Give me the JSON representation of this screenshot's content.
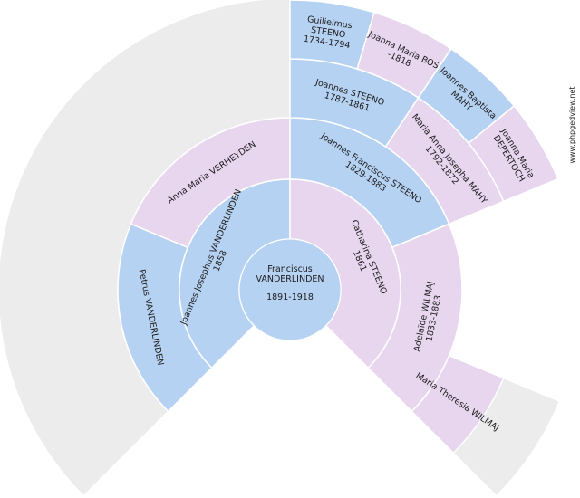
{
  "watermark": "www.phpgedview.net",
  "colors": {
    "male": "#b6d2f2",
    "female": "#e8d6ef",
    "empty": "#ececec",
    "center": "#b6d2f2"
  },
  "center": {
    "name1": "Franciscus",
    "name2": "VANDERLINDEN",
    "dates": "1891-1918"
  },
  "segments": [
    {
      "id": "empty-outer-left",
      "gen": 3,
      "sex": "empty",
      "lines": []
    },
    {
      "id": "empty-outer-right",
      "gen": 3,
      "sex": "empty",
      "lines": []
    },
    {
      "id": "petrus-vanderlinden",
      "gen": 2,
      "sex": "male",
      "lines": [
        "Petrus VANDERLINDEN"
      ]
    },
    {
      "id": "anna-maria-verheyden",
      "gen": 2,
      "sex": "female",
      "lines": [
        "Anna Maria VERHEYDEN"
      ]
    },
    {
      "id": "joannes-franciscus-steeno",
      "gen": 2,
      "sex": "male",
      "lines": [
        "Joannes Franciscus STEENO",
        "1829-1883"
      ]
    },
    {
      "id": "adelaide-wilmaj",
      "gen": 2,
      "sex": "female",
      "lines": [
        "Adelaïde WILMAJ",
        "1833-1883"
      ]
    },
    {
      "id": "joannes-josephus-vanderlinden",
      "gen": 1,
      "sex": "male",
      "lines": [
        "Joannes Josephus VANDERLINDEN",
        "1858"
      ]
    },
    {
      "id": "catharina-steeno",
      "gen": 1,
      "sex": "female",
      "lines": [
        "Catharina STEENO",
        "1861"
      ]
    },
    {
      "id": "joannes-steeno",
      "gen": 3,
      "sex": "male",
      "lines": [
        "Joannes STEENO",
        "1787-1861"
      ]
    },
    {
      "id": "maria-anna-josepha-mahy",
      "gen": 3,
      "sex": "female",
      "lines": [
        "Maria Anna Josepha MAHY",
        "1792-1872"
      ]
    },
    {
      "id": "maria-theresia-wilmaj",
      "gen": 3,
      "sex": "female",
      "lines": [
        "Maria Theresia WILMAJ"
      ]
    },
    {
      "id": "guilielmus-steeno",
      "gen": 4,
      "sex": "male",
      "lines": [
        "Guilielmus",
        "STEENO",
        "1734-1794"
      ]
    },
    {
      "id": "joanna-maria-bos",
      "gen": 4,
      "sex": "female",
      "lines": [
        "Joanna Maria BOS",
        "-1818"
      ]
    },
    {
      "id": "joannes-baptista-mahy",
      "gen": 4,
      "sex": "male",
      "lines": [
        "Joannes Baptista",
        "MAHY"
      ]
    },
    {
      "id": "joanna-maria-deprez",
      "gen": 4,
      "sex": "female",
      "lines": [
        "Joanna Maria",
        "DEPERTOCH"
      ]
    }
  ]
}
